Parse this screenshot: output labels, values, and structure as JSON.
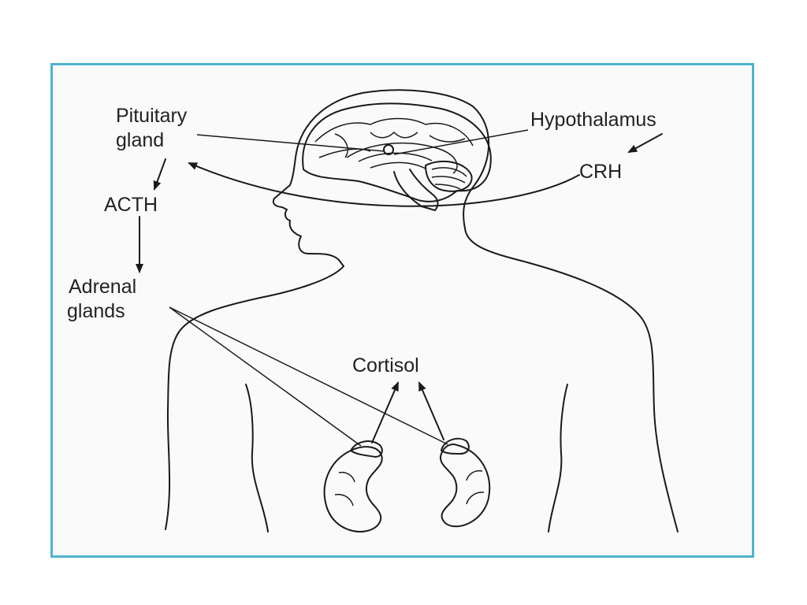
{
  "labels": {
    "pituitary_line1": "Pituitary",
    "pituitary_line2": "gland",
    "hypothalamus": "Hypothalamus",
    "crh": "CRH",
    "acth": "ACTH",
    "adrenal_line1": "Adrenal",
    "adrenal_line2": "glands",
    "cortisol": "Cortisol"
  },
  "colors": {
    "frame_border": "#4fb3cf",
    "line": "#1a1a1a",
    "text": "#222222"
  }
}
